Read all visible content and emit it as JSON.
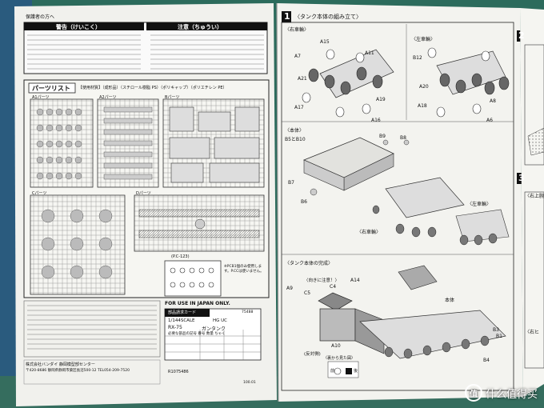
{
  "left_page": {
    "header_tab": "保護者の方へ",
    "warning_title": "警告（けいこく）",
    "caution_title": "注意（ちゅうい）",
    "parts_list_title": "パーツリスト",
    "materials": "【使用材質】（成形品）（スチロール樹脂 PS）（ポリキャップ）（ポリエチレン PE）",
    "runner_a1": "A1パーツ",
    "runner_a2": "A2パーツ",
    "runner_b": "Bパーツ",
    "runner_c": "Cパーツ",
    "runner_d": "Dパーツ",
    "runner_pc": "(P.C-123)",
    "pc_note": "※PCB1個のみ使用します。P.CCは使いません。",
    "for_japan": "FOR USE IN JAPAN ONLY.",
    "card_label": "部品請求カード",
    "scale": "1/144SCALE",
    "grade": "HG UC",
    "model": "RX-75",
    "name": "ガンタンク",
    "fields": "必要な部品の記号   番号   数量   ちゃく",
    "code": "R1075486",
    "code2": "75488",
    "address": "〒420-8686 静岡県静岡市葵区長沼500-12 TEL054-209-7520",
    "company": "株式会社バンダイ 静岡模型部センター",
    "page_num": "100.01"
  },
  "right_page": {
    "step1": "1",
    "step1_title": "〈タンク本体の組み立て〉",
    "right_wheel": "〈右車輪〉",
    "left_wheel": "〈左車輪〉",
    "body_label": "〈本体〉",
    "tank_complete": "〈タンク本体の完成〉",
    "left_wheel2": "〈左車輪〉",
    "right_wheel2": "〈右車輪〉",
    "orientation": "〈向きに注意！〉",
    "back_view": "〈裏から見た図〉",
    "reverse": "(反対側)",
    "body": "本体",
    "front": "前",
    "rear": "後",
    "parts_a15": "A15",
    "parts_a7": "A7",
    "parts_a21": "A21",
    "parts_a17": "A17",
    "parts_a11": "A11",
    "parts_a19": "A19",
    "parts_a16": "A16",
    "parts_b12": "B12",
    "parts_a20": "A20",
    "parts_a18": "A18",
    "parts_a8": "A8",
    "parts_a6": "A6",
    "parts_b5b10": "B5とB10",
    "parts_b9": "B9",
    "parts_b8": "B8",
    "parts_b7": "B7",
    "parts_b6": "B6",
    "parts_a9": "A9",
    "parts_c5": "C5",
    "parts_c4": "C4",
    "parts_a14": "A14",
    "parts_a10": "A10",
    "parts_b3": "B3",
    "parts_b1": "B1",
    "parts_b4": "B4",
    "step2": "2",
    "step3": "3",
    "step3_title": "〈右上腕〉",
    "step3_sub": "〈右ヒ"
  },
  "watermark": {
    "text": "什么值得买",
    "logo": "值"
  },
  "colors": {
    "background": "#2c6b5c",
    "paper": "#f2f2ee",
    "ink": "#1a1a1a"
  }
}
